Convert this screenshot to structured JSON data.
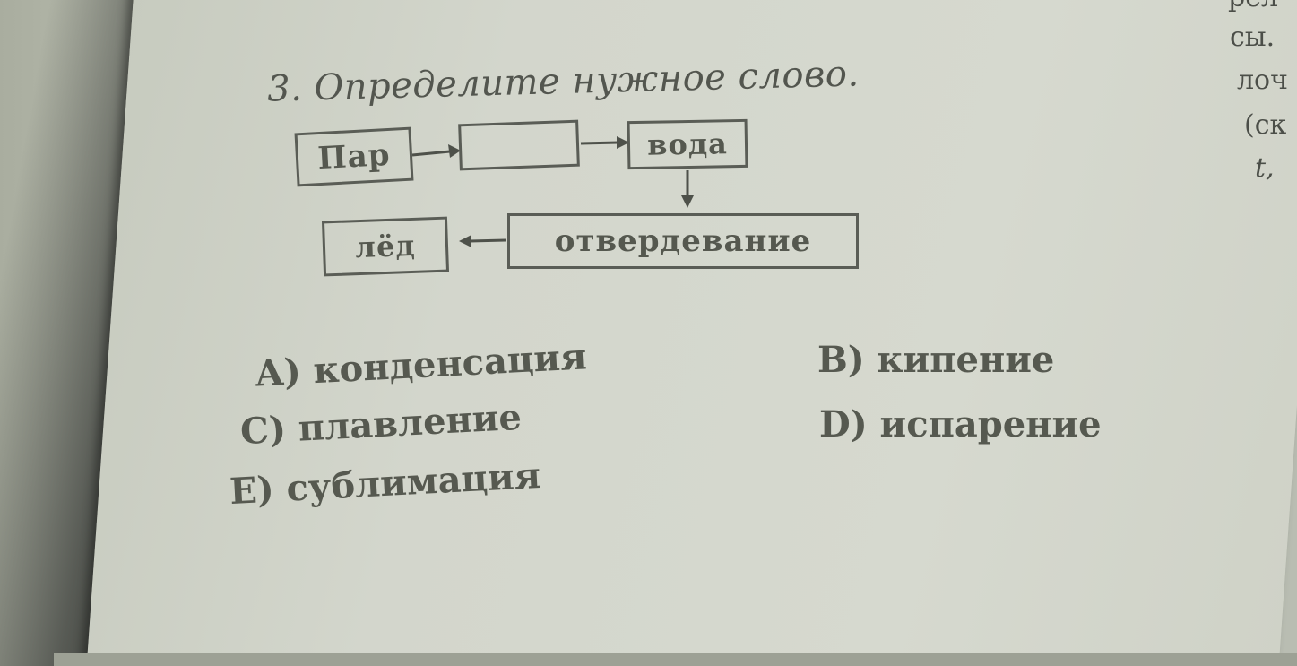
{
  "question": {
    "title": "3. Определите нужное слово."
  },
  "diagram": {
    "box_steam": "Пар",
    "box_blank": "",
    "box_water": "вода",
    "box_solidification": "отвердевание",
    "box_ice": "лёд"
  },
  "options": {
    "a": "А) конденсация",
    "b": "В) кипение",
    "c": "С) плавление",
    "d": "D) испарение",
    "e": "Е) сублимация"
  },
  "right_edge": {
    "line1": "рел",
    "line2": "сы.",
    "line3": "лоч",
    "line4": "(ск",
    "line5": "t,"
  }
}
